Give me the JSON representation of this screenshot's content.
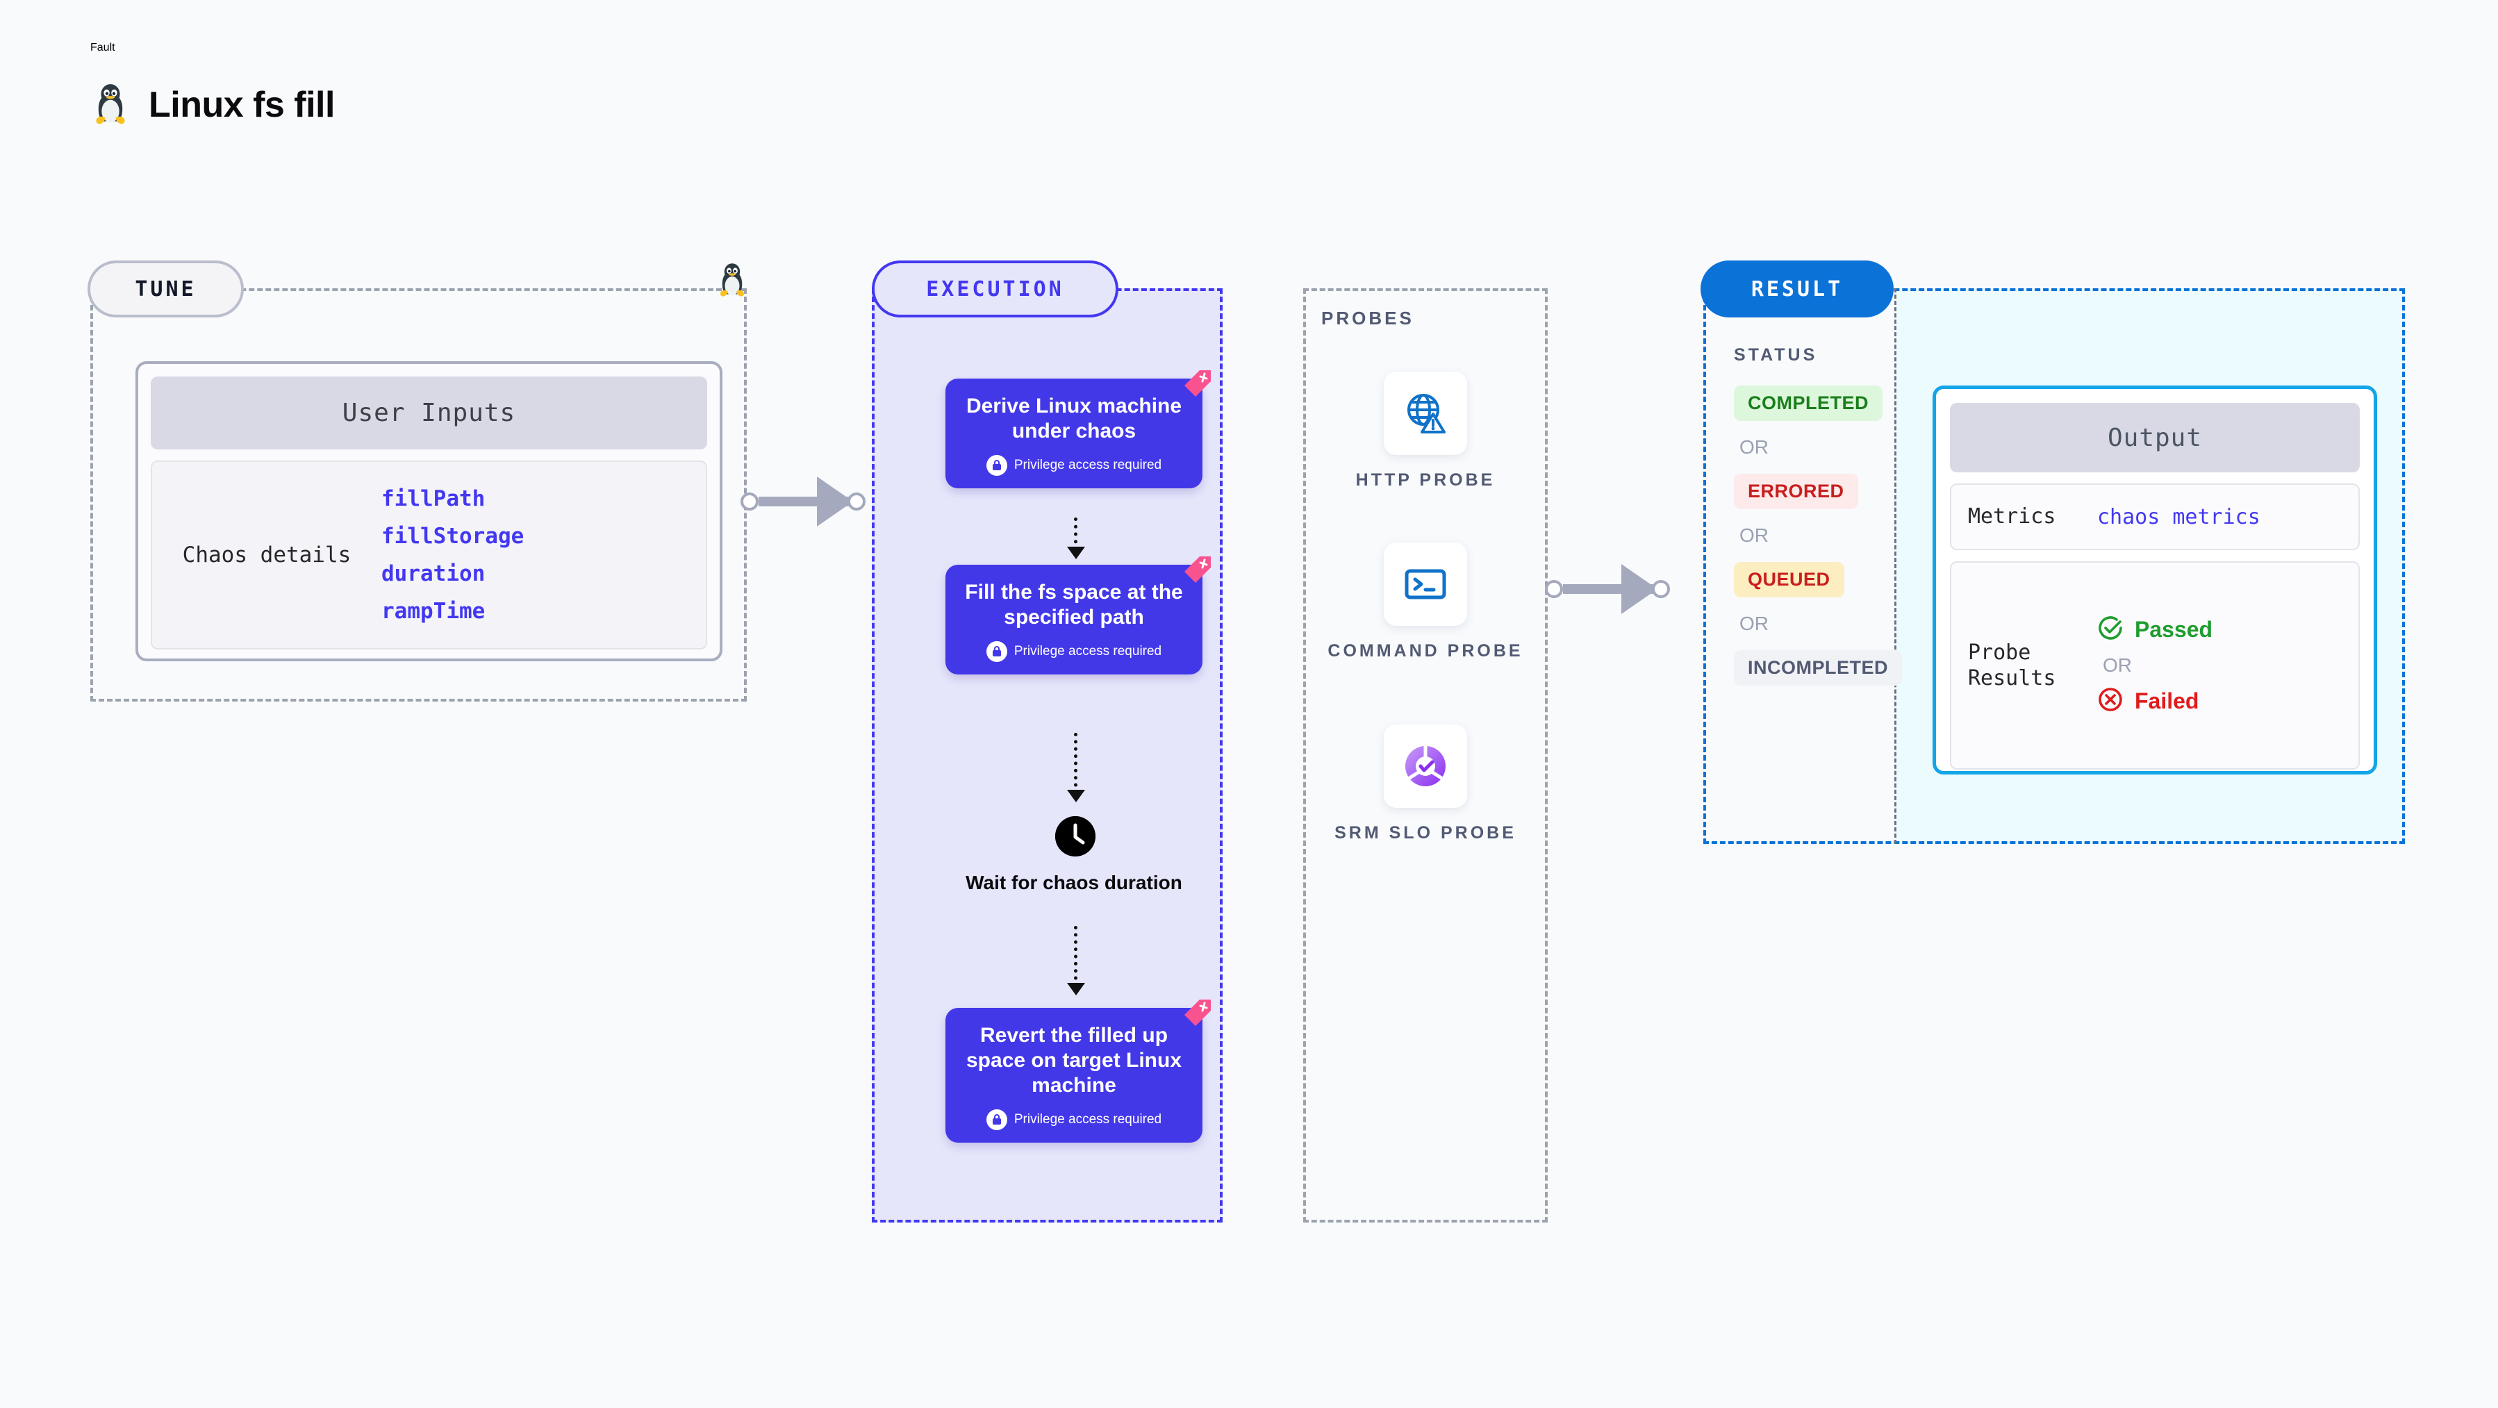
{
  "header": {
    "kicker": "Fault",
    "title": "Linux fs fill",
    "icon": "tux-penguin-icon"
  },
  "tune": {
    "pill_label": "TUNE",
    "user_inputs_header": "User Inputs",
    "chaos_details_label": "Chaos details",
    "params": [
      "fillPath",
      "fillStorage",
      "duration",
      "rampTime"
    ],
    "decoration_icon": "tux-penguin-icon"
  },
  "execution": {
    "pill_label": "EXECUTION",
    "privilege_note": "Privilege access required",
    "steps": [
      {
        "title": "Derive Linux machine under chaos",
        "privileged": true,
        "flagged": true
      },
      {
        "title": "Fill the fs space at the specified path",
        "privileged": true,
        "flagged": true
      },
      {
        "title": "Revert the filled up space on target Linux machine",
        "privileged": true,
        "flagged": true
      }
    ],
    "wait_step": {
      "label": "Wait for chaos duration",
      "icon": "clock-icon"
    }
  },
  "probes": {
    "section_label": "PROBES",
    "items": [
      {
        "label": "HTTP PROBE",
        "icon": "globe-warning-icon"
      },
      {
        "label": "COMMAND PROBE",
        "icon": "terminal-icon"
      },
      {
        "label": "SRM SLO PROBE",
        "icon": "slo-donut-check-icon"
      }
    ]
  },
  "result": {
    "pill_label": "RESULT",
    "status_label": "STATUS",
    "or_label": "OR",
    "statuses": [
      {
        "label": "COMPLETED",
        "bg": "#ddf7dd",
        "color": "#1a7f1a"
      },
      {
        "label": "ERRORED",
        "bg": "#fdeaea",
        "color": "#c81e1e"
      },
      {
        "label": "QUEUED",
        "bg": "#fdeec2",
        "color": "#c81e1e"
      },
      {
        "label": "INCOMPLETED",
        "bg": "#f1f2f6",
        "color": "#525a73"
      }
    ],
    "output": {
      "header": "Output",
      "metrics_key": "Metrics",
      "metrics_value": "chaos metrics",
      "probe_results_key": "Probe Results",
      "passed_label": "Passed",
      "failed_label": "Failed",
      "or_label": "OR"
    }
  },
  "colors": {
    "accent_indigo": "#4338f0",
    "accent_blue": "#0b72d8",
    "accent_cyan": "#12a5e8",
    "ribbon_pink": "#f9538f",
    "pass_green": "#1f9d2f",
    "fail_red": "#e01b1b"
  }
}
